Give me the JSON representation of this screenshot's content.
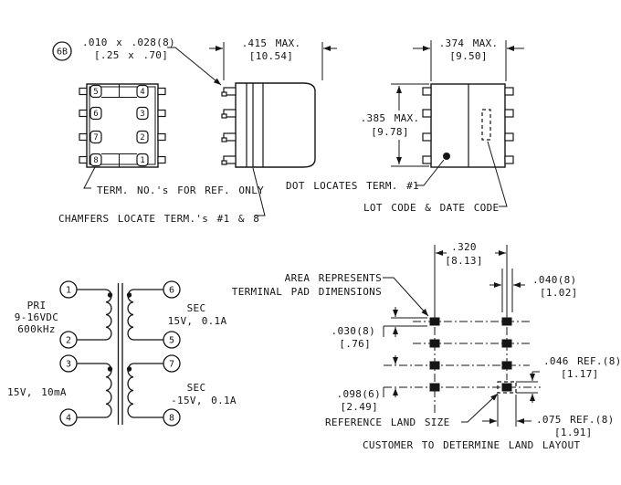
{
  "colors": {
    "ink": "#151515",
    "background": "#ffffff"
  },
  "drawing": {
    "balloon": "6B",
    "pad_dim": {
      "l1": ".010 x .028(8)",
      "l2": "[.25 x .70]"
    },
    "top_view": {
      "left_pads": [
        "5",
        "6",
        "7",
        "8"
      ],
      "right_pads": [
        "4",
        "3",
        "2",
        "1"
      ]
    },
    "side_view": {
      "width": {
        "l1": ".415 MAX.",
        "l2": "[10.54]"
      }
    },
    "bottom_view": {
      "width": {
        "l1": ".374 MAX.",
        "l2": "[9.50]"
      },
      "height": {
        "l1": ".385 MAX.",
        "l2": "[9.78]"
      }
    },
    "notes": {
      "term_ref": "TERM. NO.'s FOR REF. ONLY",
      "chamfers": "CHAMFERS LOCATE TERM.'s #1 & 8",
      "dot": "DOT LOCATES TERM. #1",
      "lot": "LOT CODE & DATE CODE",
      "area_l1": "AREA REPRESENTS",
      "area_l2": "TERMINAL PAD DIMENSIONS",
      "ref_land": "REFERENCE LAND SIZE",
      "customer": "CUSTOMER TO DETERMINE LAND LAYOUT"
    },
    "schematic": {
      "pins": [
        "1",
        "2",
        "3",
        "4",
        "5",
        "6",
        "7",
        "8"
      ],
      "pri": {
        "l1": "PRI",
        "l2": "9-16VDC",
        "l3": "600kHz"
      },
      "aux": "15V, 10mA",
      "sec1": {
        "l1": "SEC",
        "l2": "15V, 0.1A"
      },
      "sec2": {
        "l1": "SEC",
        "l2": "-15V, 0.1A"
      }
    },
    "land": {
      "d320": {
        "l1": ".320",
        "l2": "[8.13]"
      },
      "d040": {
        "l1": ".040(8)",
        "l2": "[1.02]"
      },
      "d030": {
        "l1": ".030(8)",
        "l2": "[.76]"
      },
      "d098": {
        "l1": ".098(6)",
        "l2": "[2.49]"
      },
      "d046": {
        "l1": ".046 REF.(8)",
        "l2": "[1.17]"
      },
      "d075": {
        "l1": ".075 REF.(8)",
        "l2": "[1.91]"
      }
    }
  }
}
